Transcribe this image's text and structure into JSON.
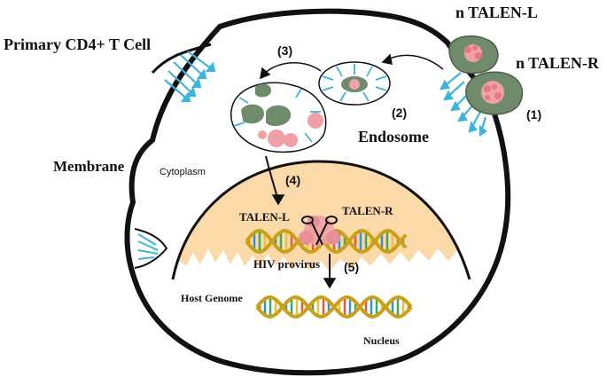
{
  "labels": {
    "cell": "Primary CD4+ T Cell",
    "talen_l_top": "n TALEN-L",
    "talen_r_top": "n TALEN-R",
    "endosome": "Endosome",
    "membrane": "Membrane",
    "cytoplasm": "Cytoplasm",
    "talen_l": "TALEN-L",
    "talen_r": "TALEN-R",
    "hiv_provirus": "HIV provirus",
    "host_genome": "Host Genome",
    "nucleus": "Nucleus"
  },
  "steps": [
    "(1)",
    "(2)",
    "(3)",
    "(4)",
    "(5)"
  ],
  "colors": {
    "membrane": "#111111",
    "nucleus_fill": "#fcd9a9",
    "receptor": "#3cb4dc",
    "nanoparticle": "#6f8b6c",
    "payload": "#f0a0a6",
    "dna_backbone": "#c9a018",
    "dna_rungs": [
      "#e05a4a",
      "#3a8fd0",
      "#3aa860",
      "#e6c23a"
    ]
  }
}
